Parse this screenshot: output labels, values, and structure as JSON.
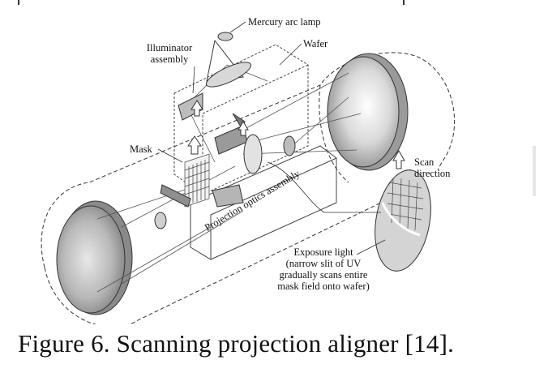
{
  "labels": {
    "mercury_lamp": "Mercury arc lamp",
    "illuminator": "Illuminator\nassembly",
    "wafer": "Wafer",
    "mask": "Mask",
    "scan_direction": "Scan\ndirection",
    "projection_optics": "Projection optics assembly",
    "exposure_light": "Exposure light\n(narrow slit of UV\ngradually scans entire\nmask field onto wafer)"
  },
  "caption": "Figure 6. Scanning projection aligner [14]."
}
